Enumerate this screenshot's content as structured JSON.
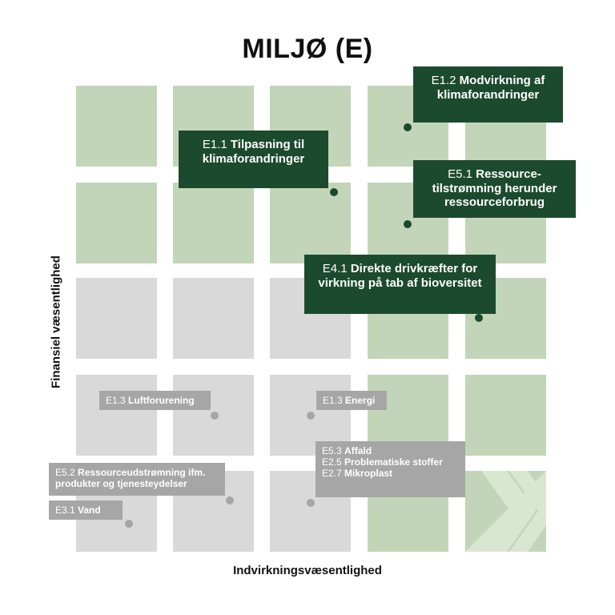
{
  "title": "MILJØ (E)",
  "x_axis_label": "Indvirkningsvæsentlighed",
  "y_axis_label": "Finansiel væsentlighed",
  "colors": {
    "dark_green": "#1c4a2e",
    "light_green": "#c3d5b8",
    "grey_cell": "#d9d9d9",
    "grey_label": "#a6a6a6"
  },
  "grid": {
    "rows": [
      [
        "green",
        "green",
        "green",
        "green",
        "green"
      ],
      [
        "green",
        "green",
        "green",
        "green",
        "green"
      ],
      [
        "grey",
        "grey",
        "grey",
        "green",
        "green"
      ],
      [
        "grey",
        "grey",
        "grey",
        "green",
        "green"
      ],
      [
        "grey",
        "grey",
        "grey",
        "green",
        "logo"
      ]
    ]
  },
  "material_topics": [
    {
      "code": "E1.2",
      "text": "Modvirkning af klimaforandringer"
    },
    {
      "code": "E1.1",
      "text": "Tilpasning til klimaforandringer"
    },
    {
      "code": "E5.1",
      "text": "Ressource-tilstrømning herunder ressourceforbrug"
    },
    {
      "code": "E4.1",
      "text": "Direkte drivkræfter for virkning på tab af bioversitet"
    }
  ],
  "non_material_topics": [
    {
      "items": [
        {
          "code": "E1.3",
          "text": "Luftforurening"
        }
      ]
    },
    {
      "items": [
        {
          "code": "E1.3",
          "text": "Energi"
        }
      ]
    },
    {
      "items": [
        {
          "code": "E5.2",
          "text": "Ressourceudstrømning ifm. produkter og tjenesteydelser"
        }
      ]
    },
    {
      "items": [
        {
          "code": "E3.1",
          "text": "Vand"
        }
      ]
    },
    {
      "items": [
        {
          "code": "E5.3",
          "text": "Affald"
        },
        {
          "code": "E2.5",
          "text": "Problematiske stoffer"
        },
        {
          "code": "E2.7",
          "text": "Mikroplast"
        }
      ]
    }
  ]
}
